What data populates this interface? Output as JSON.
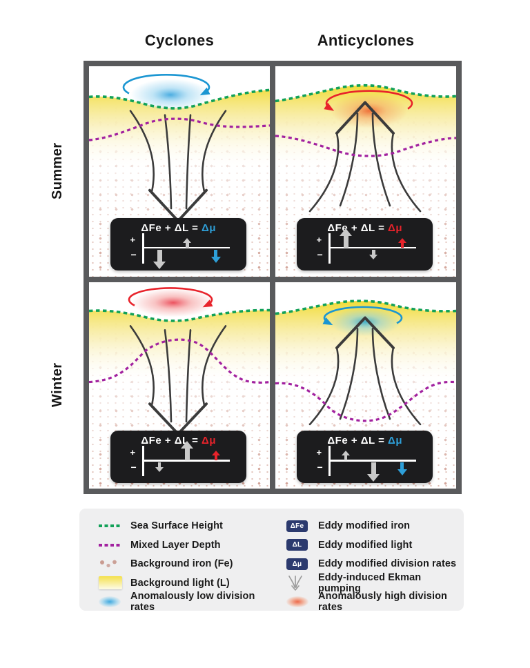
{
  "figure": {
    "column_headers": [
      "Cyclones",
      "Anticyclones"
    ],
    "row_labels": [
      "Summer",
      "Winter"
    ]
  },
  "formula_axis": {
    "plus": "+",
    "minus": "−"
  },
  "panels": [
    {
      "id": "summer-cyclones",
      "season": "Summer",
      "column": "Cyclones",
      "ekman_pumping": "downwelling",
      "division_rate_anomaly": "anomalously low",
      "circulation_arrow_color": "#1b96d2",
      "formula": {
        "lhs": "ΔFe + ΔL =",
        "rhs": "Δμ",
        "rhs_color": "#2e9fd8"
      },
      "bars": [
        {
          "term": "ΔFe",
          "direction": "down",
          "magnitude": "large",
          "color": "#c9c9c9"
        },
        {
          "term": "ΔL",
          "direction": "up",
          "magnitude": "small",
          "color": "#c9c9c9"
        },
        {
          "term": "Δμ",
          "direction": "down",
          "magnitude": "medium",
          "color": "#2e9fd8"
        }
      ]
    },
    {
      "id": "summer-anticyclones",
      "season": "Summer",
      "column": "Anticyclones",
      "ekman_pumping": "upwelling",
      "division_rate_anomaly": "anomalously high",
      "circulation_arrow_color": "#e8232b",
      "formula": {
        "lhs": "ΔFe + ΔL =",
        "rhs": "Δμ",
        "rhs_color": "#e8232b"
      },
      "bars": [
        {
          "term": "ΔFe",
          "direction": "up",
          "magnitude": "large",
          "color": "#c9c9c9"
        },
        {
          "term": "ΔL",
          "direction": "down",
          "magnitude": "small",
          "color": "#c9c9c9"
        },
        {
          "term": "Δμ",
          "direction": "up",
          "magnitude": "small",
          "color": "#e8232b"
        }
      ]
    },
    {
      "id": "winter-cyclones",
      "season": "Winter",
      "column": "Cyclones",
      "ekman_pumping": "downwelling",
      "division_rate_anomaly": "anomalously high",
      "circulation_arrow_color": "#e8232b",
      "formula": {
        "lhs": "ΔFe + ΔL =",
        "rhs": "Δμ",
        "rhs_color": "#e8232b"
      },
      "bars": [
        {
          "term": "ΔFe",
          "direction": "down",
          "magnitude": "small",
          "color": "#c9c9c9"
        },
        {
          "term": "ΔL",
          "direction": "up",
          "magnitude": "large",
          "color": "#c9c9c9"
        },
        {
          "term": "Δμ",
          "direction": "up",
          "magnitude": "small",
          "color": "#e8232b"
        }
      ]
    },
    {
      "id": "winter-anticyclones",
      "season": "Winter",
      "column": "Anticyclones",
      "ekman_pumping": "upwelling",
      "division_rate_anomaly": "anomalously low",
      "circulation_arrow_color": "#1b96d2",
      "formula": {
        "lhs": "ΔFe + ΔL =",
        "rhs": "Δμ",
        "rhs_color": "#2e9fd8"
      },
      "bars": [
        {
          "term": "ΔFe",
          "direction": "up",
          "magnitude": "small",
          "color": "#c9c9c9"
        },
        {
          "term": "ΔL",
          "direction": "down",
          "magnitude": "large",
          "color": "#c9c9c9"
        },
        {
          "term": "Δμ",
          "direction": "down",
          "magnitude": "medium",
          "color": "#2e9fd8"
        }
      ]
    }
  ],
  "legend": {
    "left": [
      {
        "icon": "ssh-dashes",
        "label": "Sea Surface Height"
      },
      {
        "icon": "mld-dashes",
        "label": "Mixed Layer Depth"
      },
      {
        "icon": "iron-dots",
        "label": "Background iron (Fe)"
      },
      {
        "icon": "light-swatch",
        "label": "Background light (L)"
      },
      {
        "icon": "low-division-glow",
        "label": "Anomalously low division rates"
      }
    ],
    "right": [
      {
        "icon": "badge",
        "badge": "ΔFe",
        "label": "Eddy modified iron"
      },
      {
        "icon": "badge",
        "badge": "ΔL",
        "label": "Eddy modified light"
      },
      {
        "icon": "badge",
        "badge": "Δμ",
        "label": "Eddy modified division rates"
      },
      {
        "icon": "ekman-arrows",
        "label": "Eddy-induced Ekman pumping"
      },
      {
        "icon": "high-division-glow",
        "label": "Anomalously high division rates"
      }
    ]
  },
  "colors": {
    "grid_border": "#595a5c",
    "ssh_line": "#12a158",
    "mld_line": "#a2219f",
    "background_light": "#f4e04c",
    "iron_dots": "#c68a7c",
    "cyclonic_arrow_blue": "#1b96d2",
    "anticyclonic_arrow_red": "#e8232b",
    "badge_navy": "#2c3a6e",
    "formula_box": "#1c1c1e"
  }
}
